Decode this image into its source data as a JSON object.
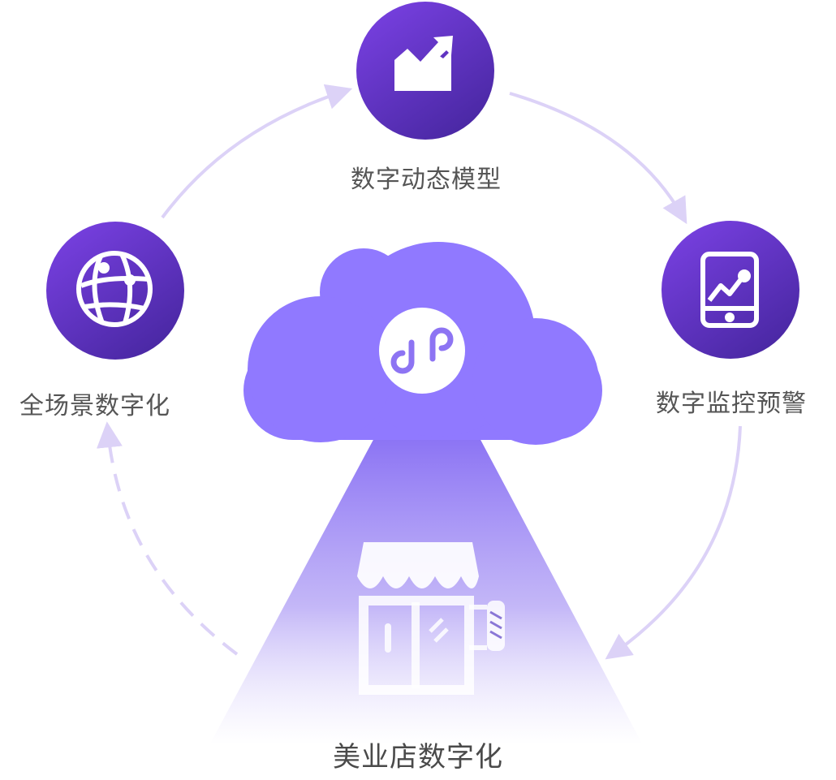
{
  "nodes": {
    "top": {
      "label": "数字动态模型",
      "icon": "trending-chart-icon"
    },
    "left": {
      "label": "全场景数字化",
      "icon": "globe-network-icon"
    },
    "right": {
      "label": "数字监控预警",
      "icon": "tablet-chart-icon"
    },
    "bottom": {
      "label": "美业店数字化",
      "icon": "storefront-icon"
    }
  },
  "center": {
    "icon": "mini-program-icon"
  },
  "colors": {
    "circle_start": "#7b3fe0",
    "circle_end": "#4a2aa8",
    "cloud": "#9079ff",
    "arrow": "#dcd2f7",
    "label": "#555555",
    "beam_top": "#8d74f6",
    "beam_bottom": "#ffffff"
  }
}
